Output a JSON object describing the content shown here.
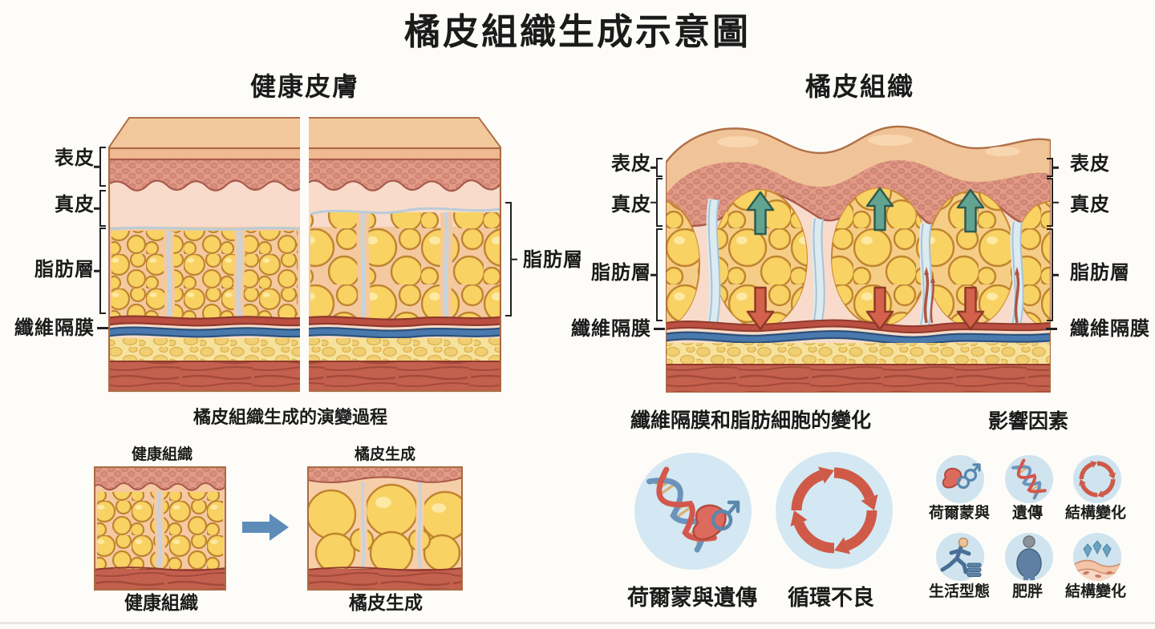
{
  "title": "橘皮組織生成示意圖",
  "layer_labels": {
    "epidermis": "表皮",
    "dermis": "真皮",
    "fat_layer": "脂肪層",
    "fibrous_septa": "纖維隔膜"
  },
  "healthy_panel": {
    "title": "健康皮膚"
  },
  "cellulite_panel": {
    "title": "橘皮組織"
  },
  "evolution": {
    "title": "橘皮組織生成的演變過程",
    "before_top_label": "健康組織",
    "after_top_label": "橘皮生成",
    "before_caption": "健康組織",
    "after_caption": "橘皮生成"
  },
  "changes": {
    "title": "纖維隔膜和脂肪細胞的變化",
    "items": [
      {
        "label": "荷爾蒙與遺傳",
        "icon": "dna-hormone-icon"
      },
      {
        "label": "循環不良",
        "icon": "circulation-cycle-icon"
      }
    ]
  },
  "factors": {
    "title": "影響因素",
    "items": [
      {
        "label": "荷爾蒙與",
        "icon": "hormone-icon"
      },
      {
        "label": "遺傳",
        "icon": "dna-icon"
      },
      {
        "label": "結構變化",
        "icon": "cycle-arrows-icon"
      },
      {
        "label": "生活型態",
        "icon": "running-person-icon"
      },
      {
        "label": "肥胖",
        "icon": "obese-person-icon"
      },
      {
        "label": "結構變化",
        "icon": "skin-structure-icon"
      }
    ]
  },
  "colors": {
    "fat_yellow": "#f8d263",
    "fat_outline": "#c0842f",
    "dermis_pink": "#e29a86",
    "skin_tan": "#f1c498",
    "muscle_red": "#c4604e",
    "vessel_blue": "#4a79ae",
    "septa_band_red": "#bb4f41",
    "septa_gray": "#c3d4df",
    "teal_arrow": "#63a391",
    "red_arrow": "#d4614b",
    "icon_circle_blue": "#d3e8f2",
    "process_arrow_blue": "#5e8cb8"
  }
}
